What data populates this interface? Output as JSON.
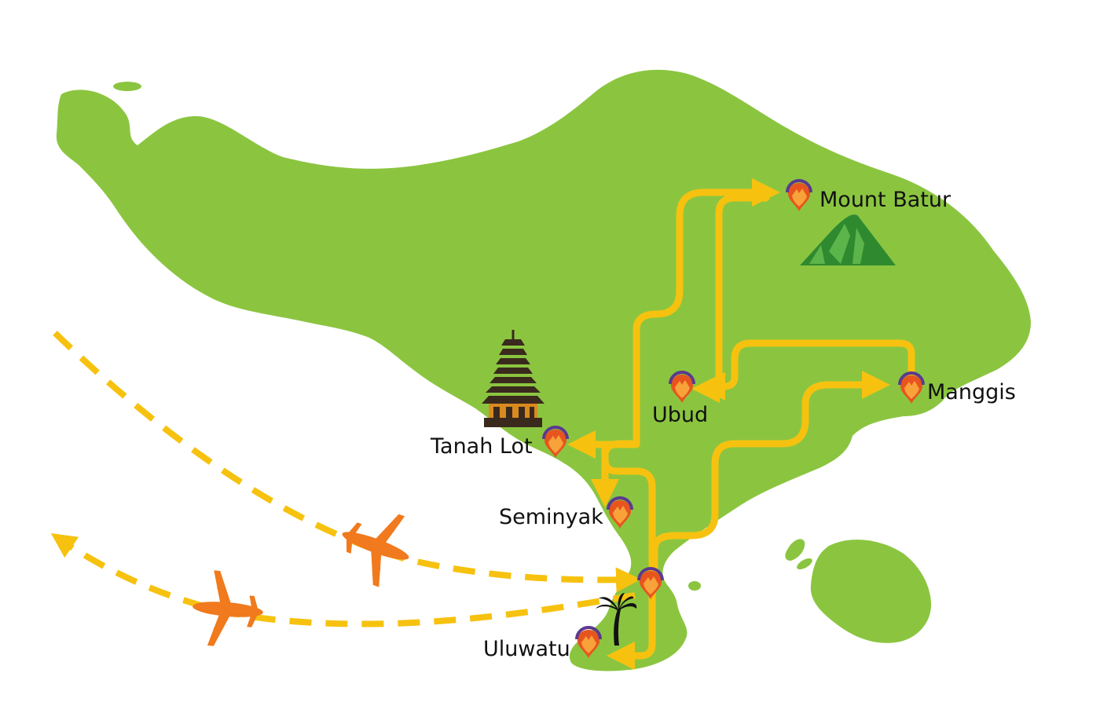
{
  "colors": {
    "land": "#8bc540",
    "route": "#f6c20f",
    "plane": "#f07a1d",
    "pin_outer": "#e8541e",
    "pin_inner": "#f8a23a",
    "pin_ring": "#5b3a8e",
    "mountain": "#2f8a2f",
    "mountain_light": "#5cb54a",
    "temple_dark": "#3a2a1e",
    "temple_gold": "#d98a1e"
  },
  "places": {
    "mount_batur": "Mount Batur",
    "ubud": "Ubud",
    "manggis": "Manggis",
    "tanah_lot": "Tanah Lot",
    "seminyak": "Seminyak",
    "uluwatu": "Uluwatu"
  },
  "icons": {
    "pin": "map-pin-icon",
    "plane": "airplane-icon",
    "mountain": "mountain-icon",
    "temple": "temple-icon",
    "palm": "palm-tree-icon"
  }
}
